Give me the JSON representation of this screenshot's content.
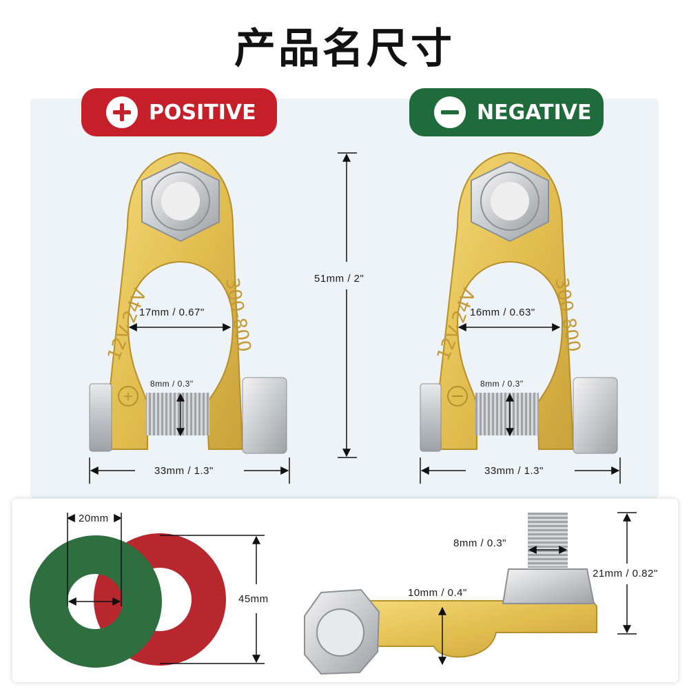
{
  "title": "产品名尺寸",
  "positive": {
    "label": "POSITIVE",
    "ring_inner": "17mm / 0.67\"",
    "bolt": "8mm / 0.3\"",
    "width": "33mm / 1.3\"",
    "left_emboss": "12V-24V",
    "right_emboss": "300-800"
  },
  "height": "51mm / 2\"",
  "negative": {
    "label": "NEGATIVE",
    "ring_inner": "16mm / 0.63\"",
    "bolt": "8mm / 0.3\"",
    "width": "33mm / 1.3\"",
    "left_emboss": "12V-24V",
    "right_emboss": "300-800"
  },
  "washers": {
    "inner": "20mm",
    "outer": "45mm"
  },
  "side": {
    "stud": "8mm / 0.3\"",
    "plate": "10mm / 0.4\"",
    "height": "21mm / 0.82\""
  },
  "colors": {
    "positive": "#c5202a",
    "negative": "#1f6b3c",
    "brass": "#e6c35a",
    "felt_green": "#2f6f3f",
    "felt_red": "#b8262e"
  }
}
